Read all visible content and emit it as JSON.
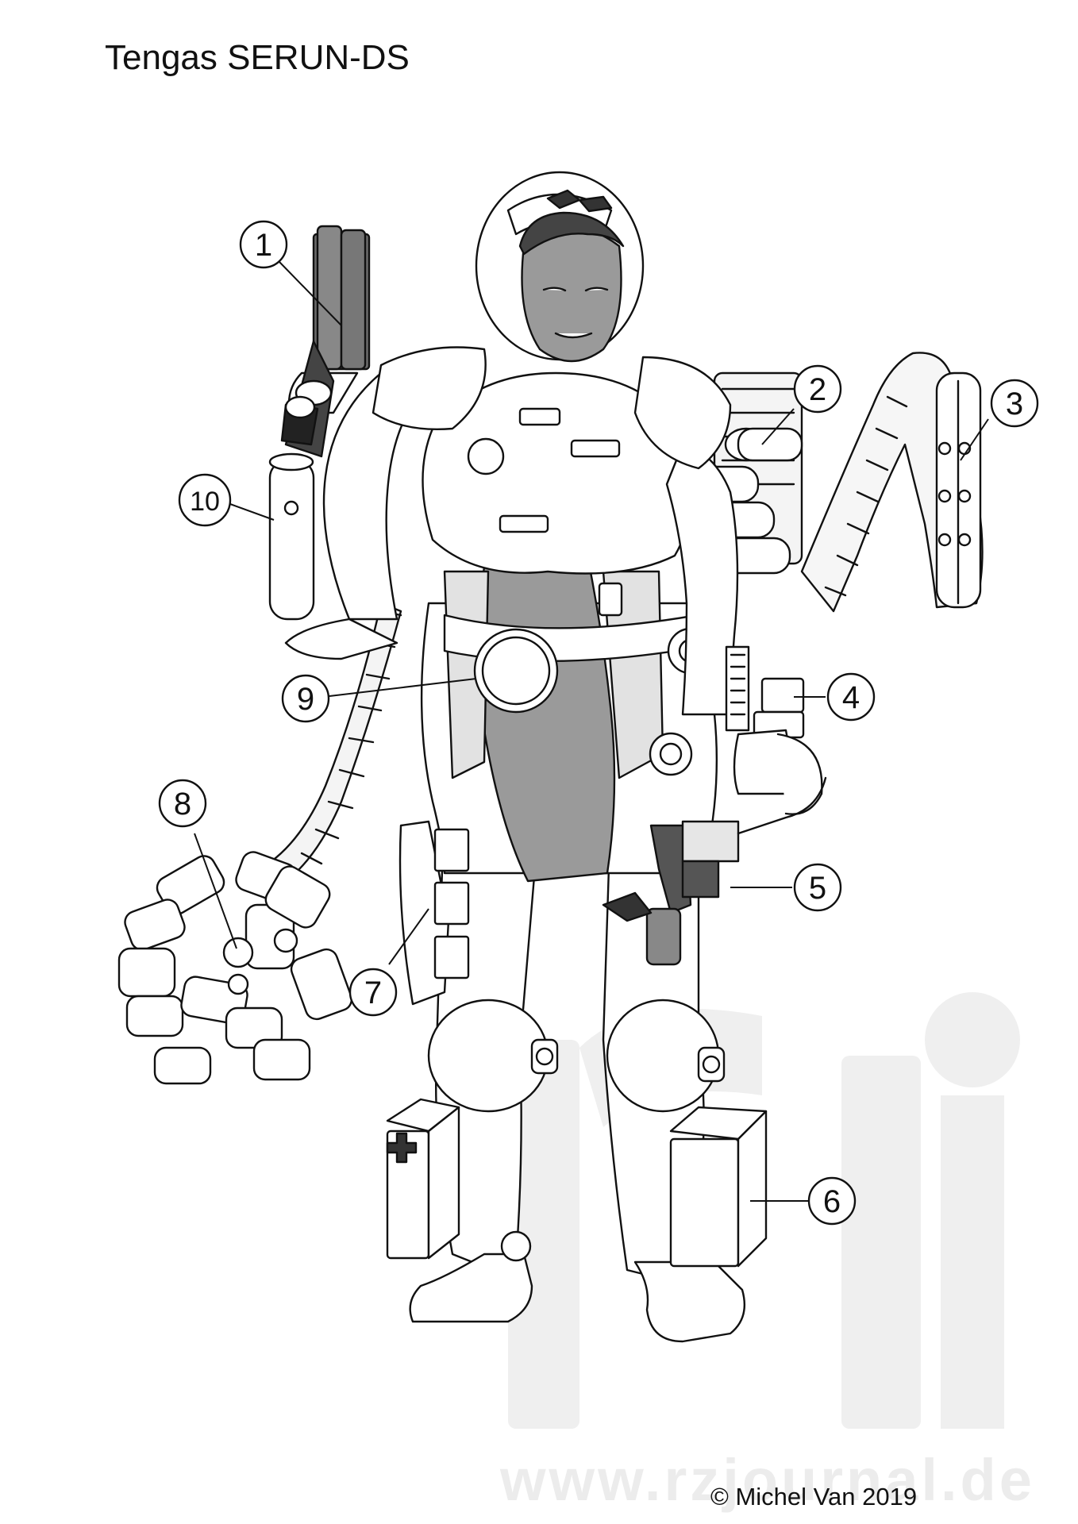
{
  "title": "Tengas SERUN-DS",
  "callouts": [
    "1",
    "2",
    "3",
    "4",
    "5",
    "6",
    "7",
    "8",
    "9",
    "10"
  ],
  "watermark": {
    "url": "www.rzjournal.de"
  },
  "copyright": "© Michel Van 2019",
  "colors": {
    "ink": "#111111",
    "suit_fill": "#9a9a9a",
    "watermark": "#ececec",
    "background": "#ffffff"
  }
}
